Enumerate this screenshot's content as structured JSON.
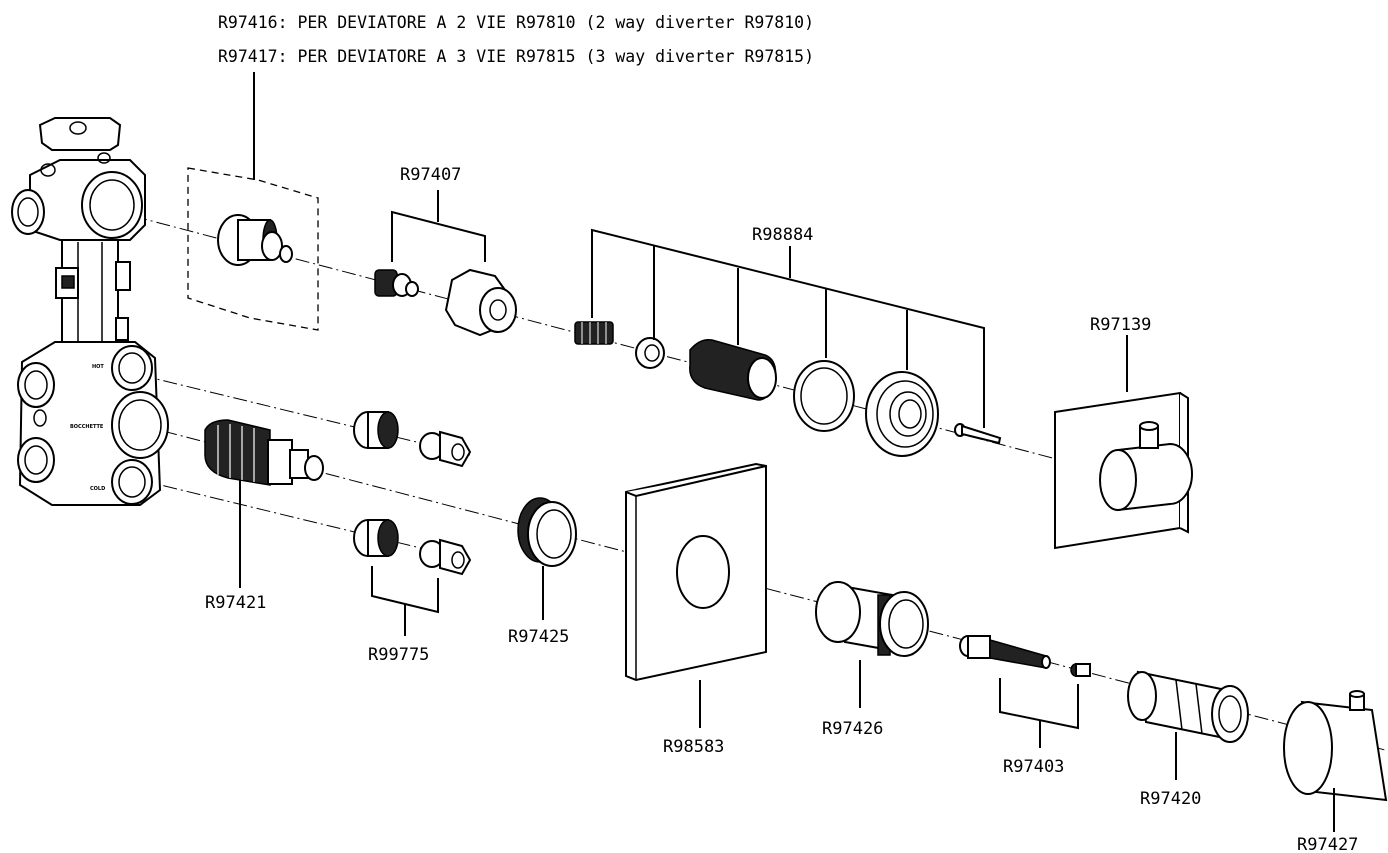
{
  "header": {
    "line1": "R97416: PER DEVIATORE A 2 VIE R97810 (2 way diverter R97810)",
    "line2": "R97417: PER DEVIATORE A 3 VIE R97815 (3 way diverter R97815)"
  },
  "labels": {
    "r97407": "R97407",
    "r98884": "R98884",
    "r97139": "R97139",
    "r97421": "R97421",
    "r99775": "R99775",
    "r97425": "R97425",
    "r98583": "R98583",
    "r97426": "R97426",
    "r97403": "R97403",
    "r97420": "R97420",
    "r97427": "R97427"
  },
  "body_marks": {
    "hot": "HOT",
    "outlet": "BOCCHETTE",
    "cold": "COLD"
  }
}
